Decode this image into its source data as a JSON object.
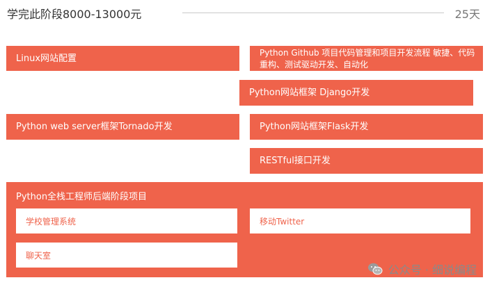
{
  "header": {
    "title": "学完此阶段8000-13000元",
    "duration": "25天"
  },
  "topics": {
    "linux": "Linux网站配置",
    "github": "Python Github 项目代码管理和项目开发流程 敏捷、代码重构、测试驱动开发、自动化",
    "django": "Python网站框架 Django开发",
    "tornado": "Python web server框架Tornado开发",
    "flask": "Python网站框架Flask开发",
    "restful": "RESTful接口开发"
  },
  "project": {
    "title": "Python全栈工程师后端阶段项目",
    "items": [
      "学校管理系统",
      "移动Twitter",
      "聊天室"
    ]
  },
  "watermark": {
    "text": "公众号 · 细说编程",
    "icon": "wechat-icon"
  },
  "colors": {
    "accent": "#ef634b",
    "background": "#ffffff"
  }
}
